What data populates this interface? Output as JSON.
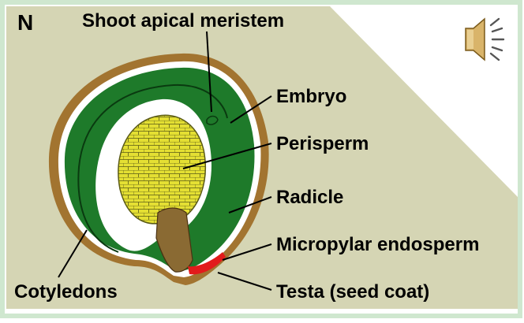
{
  "panel_letter": "N",
  "labels": {
    "shoot_apical_meristem": "Shoot apical meristem",
    "embryo": "Embryo",
    "perisperm": "Perisperm",
    "radicle": "Radicle",
    "micropylar_endosperm": "Micropylar endosperm",
    "testa": "Testa (seed coat)",
    "cotyledons": "Cotyledons"
  },
  "icons": {
    "audio": "speaker-icon"
  },
  "colors": {
    "background": "#d5d5b4",
    "white_region": "#ffffff",
    "frame": "#cfe7cf",
    "testa": "#a27430",
    "embryo": "#1e7a2a",
    "perisperm": "#e4df33",
    "micropylar_endosperm": "#e21b1b",
    "chalaza": "#8a6a33"
  }
}
